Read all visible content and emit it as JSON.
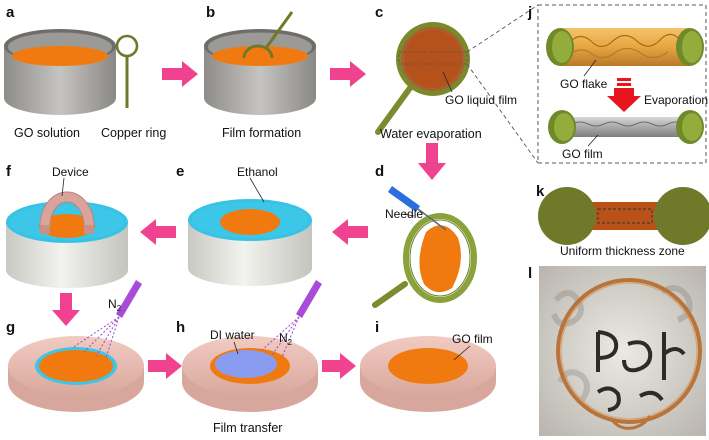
{
  "panels": {
    "a": {
      "label": "a",
      "caption_left": "GO solution",
      "caption_right": "Copper ring"
    },
    "b": {
      "label": "b",
      "caption": "Film formation"
    },
    "c": {
      "label": "c",
      "caption": "Water evaporation",
      "annotation": "GO liquid film"
    },
    "j": {
      "label": "j",
      "top_annotation": "GO flake",
      "arrow_annotation": "Evaporation",
      "bottom_annotation": "GO film"
    },
    "d": {
      "label": "d",
      "annotation": "Needle"
    },
    "e": {
      "label": "e",
      "annotation": "Ethanol"
    },
    "f": {
      "label": "f",
      "annotation": "Device"
    },
    "k": {
      "label": "k",
      "caption": "Uniform thickness zone"
    },
    "g": {
      "label": "g",
      "gas": "N",
      "gas_sub": "2"
    },
    "h": {
      "label": "h",
      "annotation": "DI water",
      "gas": "N",
      "gas_sub": "2",
      "caption": "Film transfer"
    },
    "i": {
      "label": "i",
      "annotation": "GO film"
    },
    "l": {
      "label": "l"
    }
  },
  "colors": {
    "go_orange": "#f07a10",
    "go_liquid": "#c0521e",
    "arrow_pink": "#f0428e",
    "ring_green": "#6e7a2a",
    "ethanol_cyan": "#3cc6e8",
    "substrate_pink": "#e9bdb4",
    "beaker_gray": "#a8a6a2",
    "needle_blue": "#2a6ee0",
    "nozzle_purple": "#a84cd8",
    "water_blue": "#8a9cf0",
    "red_arrow": "#e8141e"
  }
}
